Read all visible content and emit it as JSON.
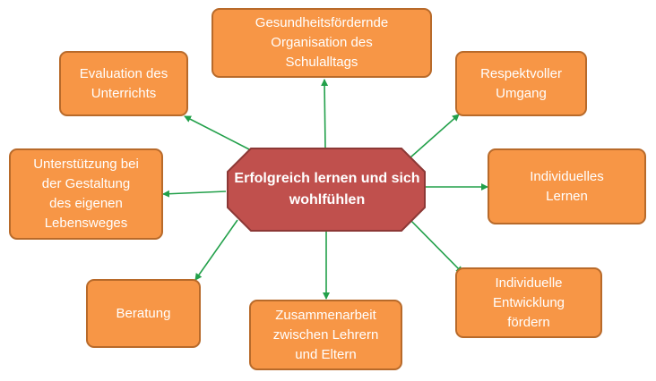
{
  "center": {
    "lines": [
      "Erfolgreich lernen",
      "und sich wohlfühlen"
    ],
    "fill": "#c0504d",
    "stroke": "#8c3836"
  },
  "nodes": [
    {
      "id": "gesundheit",
      "lines": [
        "Gesundheitsfördernde",
        "Organisation des",
        "Schulalltags"
      ]
    },
    {
      "id": "evaluation",
      "lines": [
        "Evaluation des",
        "Unterrichts"
      ]
    },
    {
      "id": "respekt",
      "lines": [
        "Respektvoller",
        "Umgang"
      ]
    },
    {
      "id": "unterstuetzung",
      "lines": [
        "Unterstützung bei",
        "der Gestaltung",
        "des eigenen",
        "Lebensweges"
      ]
    },
    {
      "id": "individuelles-lernen",
      "lines": [
        "Individuelles",
        "Lernen"
      ]
    },
    {
      "id": "beratung",
      "lines": [
        "Beratung"
      ]
    },
    {
      "id": "zusammenarbeit",
      "lines": [
        "Zusammenarbeit",
        "zwischen Lehrern",
        "und Eltern"
      ]
    },
    {
      "id": "entwicklung",
      "lines": [
        "Individuelle",
        "Entwicklung",
        "fördern"
      ]
    }
  ],
  "colors": {
    "box_fill": "#f79646",
    "box_stroke": "#b86a2a",
    "arrow": "#22a04a",
    "text": "#ffffff"
  }
}
